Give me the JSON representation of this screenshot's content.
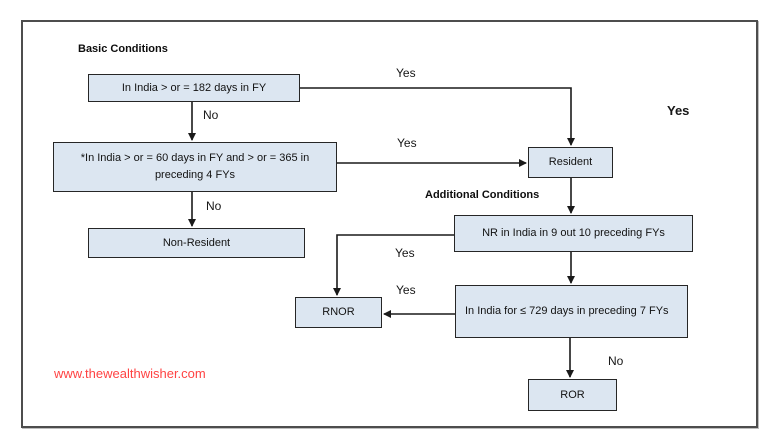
{
  "flowchart": {
    "headings": {
      "basic": "Basic Conditions",
      "additional": "Additional Conditions"
    },
    "nodes": {
      "days182": "In India > or = 182 days in FY",
      "days60": "*In India > or = 60 days in FY and > or = 365 in preceding 4 FYs",
      "non_resident": "Non-Resident",
      "resident": "Resident",
      "nr_9_of_10": "NR in India in 9 out 10 preceding FYs",
      "days729": "In India for ≤ 729 days in preceding 7 FYs",
      "rnor": "RNOR",
      "ror": "ROR"
    },
    "labels": {
      "yes1": "Yes",
      "yes2": "Yes",
      "yes3": "Yes",
      "yes4": "Yes",
      "yes_right": "Yes",
      "no1": "No",
      "no2": "No",
      "no3": "No"
    },
    "watermark": "www.thewealthwisher.com",
    "colors": {
      "node_fill": "#dce6f1",
      "node_border": "#262626",
      "edge_line": "#1a1a1a",
      "frame_border": "#4d4d4d",
      "watermark_red": "#ff4343"
    }
  }
}
